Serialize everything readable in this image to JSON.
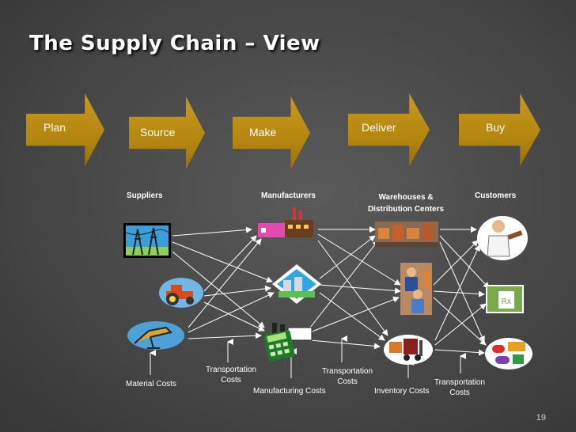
{
  "title": "The Supply Chain –  View",
  "stages": [
    "Plan",
    "Source",
    "Make",
    "Deliver",
    "Buy"
  ],
  "columns": {
    "suppliers": "Suppliers",
    "manufacturers": "Manufacturers",
    "warehouses_line1": "Warehouses &",
    "warehouses_line2": "Distribution Centers",
    "customers": "Customers"
  },
  "costs": {
    "material": "Material Costs",
    "transport1_line1": "Transportation",
    "transport1_line2": "Costs",
    "manufacturing": "Manufacturing Costs",
    "transport2_line1": "Transportation",
    "transport2_line2": "Costs",
    "inventory": "Inventory Costs",
    "transport3_line1": "Transportation",
    "transport3_line2": "Costs"
  },
  "page_number": "19",
  "colors": {
    "arrow": "#b5860f",
    "background": "#474747",
    "connector": "#ffffff"
  },
  "icons": [
    "power-lines-icon",
    "tractor-icon",
    "oil-pump-icon",
    "factory-icon",
    "power-plant-icon",
    "calculator-factory-icon",
    "warehouse-boxes-icon",
    "workers-icon",
    "forklift-icon",
    "pharmacist-icon",
    "rx-bottle-icon",
    "pills-icon"
  ]
}
